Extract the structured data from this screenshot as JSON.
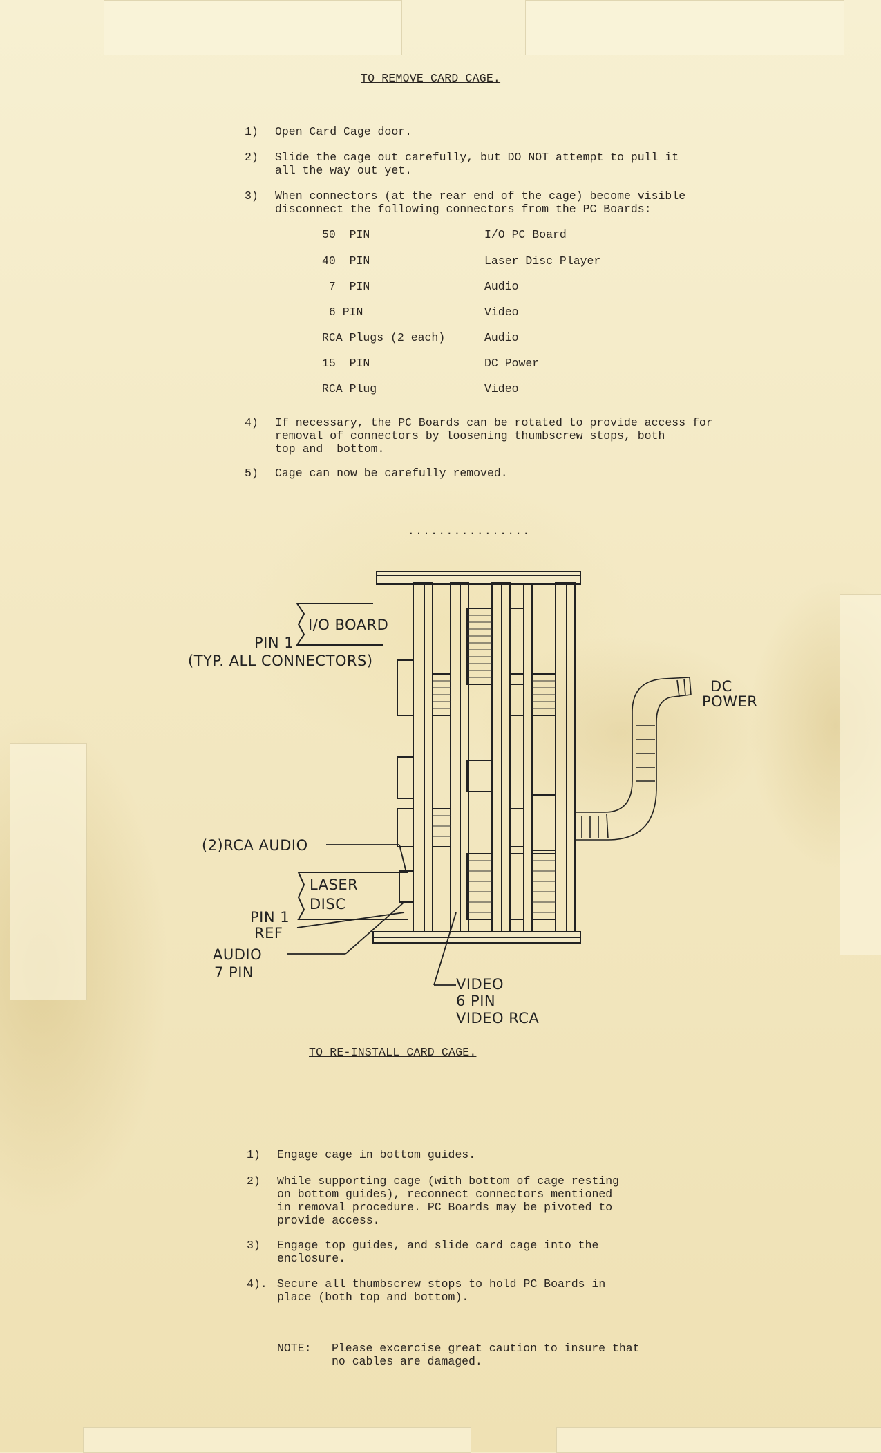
{
  "remove": {
    "title": "TO REMOVE CARD CAGE.",
    "steps": [
      {
        "n": "1)",
        "text": "Open Card Cage door."
      },
      {
        "n": "2)",
        "text": "Slide the cage out carefully, but DO NOT attempt to pull it\nall the way out yet."
      },
      {
        "n": "3)",
        "text": "When connectors (at the rear end of the cage) become visible\ndisconnect the following connectors from the PC Boards:"
      },
      {
        "n": "4)",
        "text": "If necessary, the PC Boards can be rotated to provide access for\nremoval of connectors by loosening thumbscrew stops, both\ntop and  bottom."
      },
      {
        "n": "5)",
        "text": "Cage can now be carefully removed."
      }
    ],
    "connectors": [
      {
        "conn": "50  PIN",
        "dest": "I/O PC Board"
      },
      {
        "conn": "40  PIN",
        "dest": "Laser Disc Player"
      },
      {
        "conn": " 7  PIN",
        "dest": "Audio"
      },
      {
        "conn": " 6 PIN",
        "dest": "Video"
      },
      {
        "conn": "RCA Plugs (2 each)",
        "dest": "Audio"
      },
      {
        "conn": "15  PIN",
        "dest": "DC Power"
      },
      {
        "conn": "RCA Plug",
        "dest": "Video"
      }
    ],
    "separator": "................"
  },
  "diagram": {
    "labels": {
      "io_board": "I/O BOARD",
      "pin1": "PIN 1",
      "typ_all": "(TYP. ALL CONNECTORS)",
      "dc": "DC",
      "power": "POWER",
      "rca_audio": "(2)RCA AUDIO",
      "laser": "LASER",
      "disc": "DISC",
      "pin1_ref_a": "PIN 1",
      "pin1_ref_b": "REF",
      "audio": "AUDIO",
      "seven_pin": "7 PIN",
      "video": "VIDEO",
      "six_pin": "6 PIN",
      "video_rca": "VIDEO RCA"
    }
  },
  "reinstall": {
    "title": "TO RE-INSTALL CARD CAGE.",
    "steps": [
      {
        "n": "1)",
        "text": "Engage cage in bottom guides."
      },
      {
        "n": "2)",
        "text": "While supporting cage (with bottom of cage resting\non bottom guides), reconnect connectors mentioned\nin removal procedure. PC Boards may be pivoted to\nprovide access."
      },
      {
        "n": "3)",
        "text": "Engage top guides, and slide card cage into the\nenclosure."
      },
      {
        "n": "4).",
        "text": "Secure all thumbscrew stops to hold PC Boards in\nplace (both top and bottom)."
      }
    ],
    "note_label": "NOTE:",
    "note_text": "Please excercise great caution to insure that\nno cables are damaged."
  }
}
